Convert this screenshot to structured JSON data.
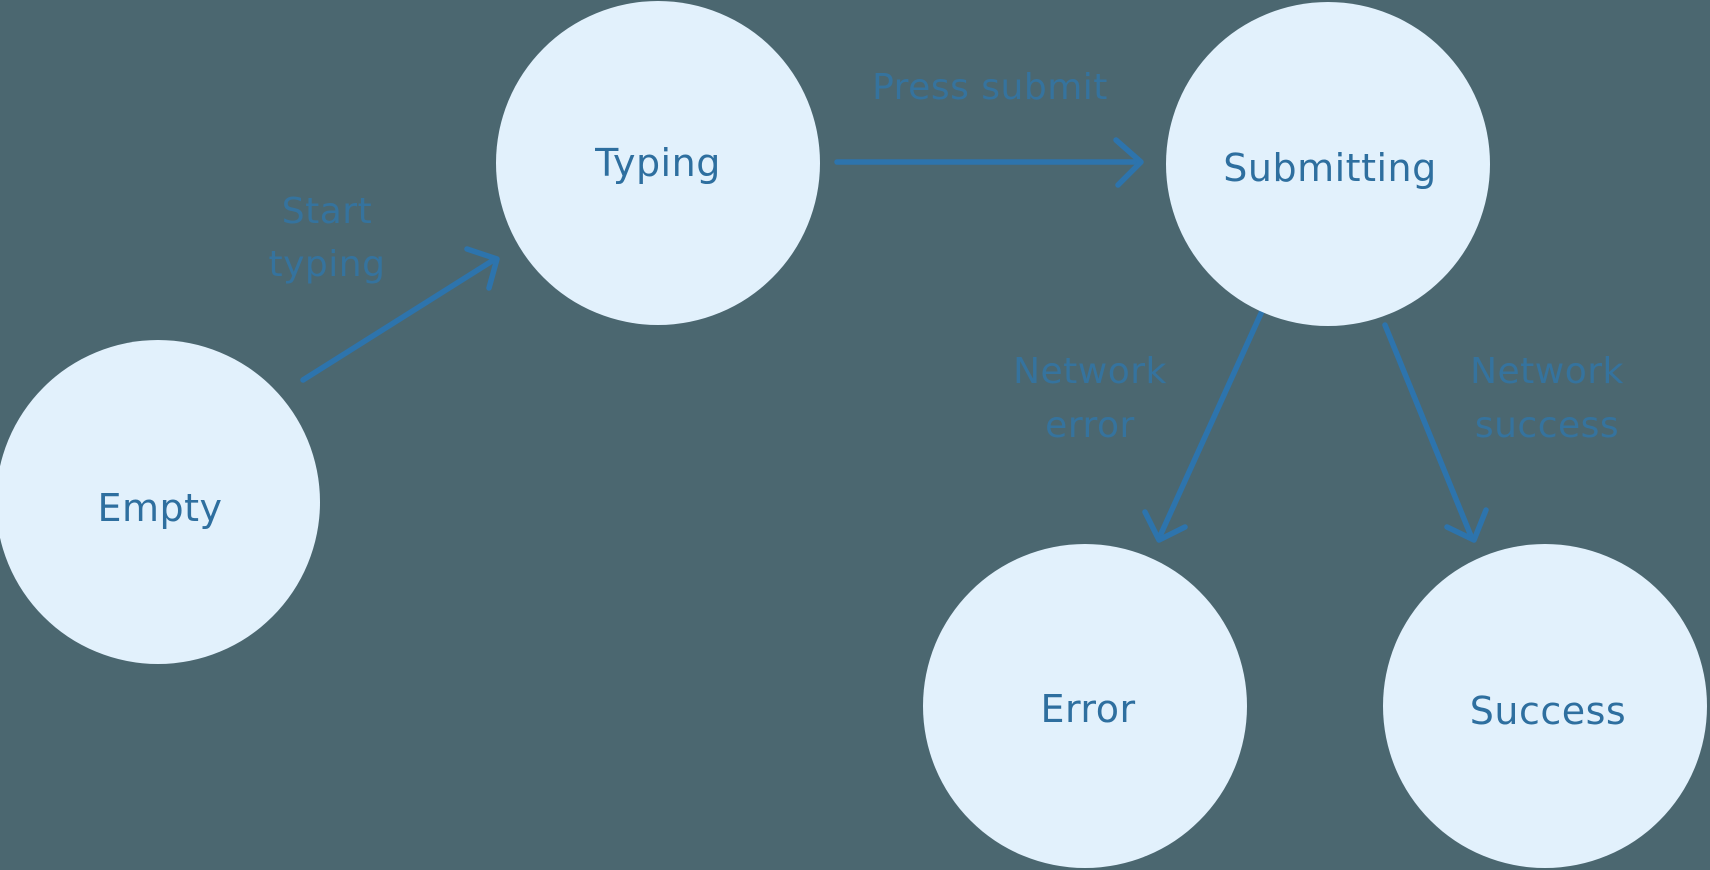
{
  "diagram": {
    "kind": "state-machine",
    "nodes": [
      {
        "id": "empty",
        "label": "Empty"
      },
      {
        "id": "typing",
        "label": "Typing"
      },
      {
        "id": "submitting",
        "label": "Submitting"
      },
      {
        "id": "error",
        "label": "Error"
      },
      {
        "id": "success",
        "label": "Success"
      }
    ],
    "edges": [
      {
        "id": "start-typing",
        "from": "Empty",
        "to": "Typing",
        "label": [
          "Start",
          "typing"
        ]
      },
      {
        "id": "press-submit",
        "from": "Typing",
        "to": "Submitting",
        "label": [
          "Press submit"
        ]
      },
      {
        "id": "network-error",
        "from": "Submitting",
        "to": "Error",
        "label": [
          "Network",
          "error"
        ]
      },
      {
        "id": "network-success",
        "from": "Submitting",
        "to": "Success",
        "label": [
          "Network",
          "success"
        ]
      }
    ]
  },
  "colors": {
    "background": "#4b6770",
    "node_fill": "#e2f1fc",
    "node_text": "#2e6f9f",
    "arrow": "#2d74ad",
    "edge_label": "#35739e"
  }
}
